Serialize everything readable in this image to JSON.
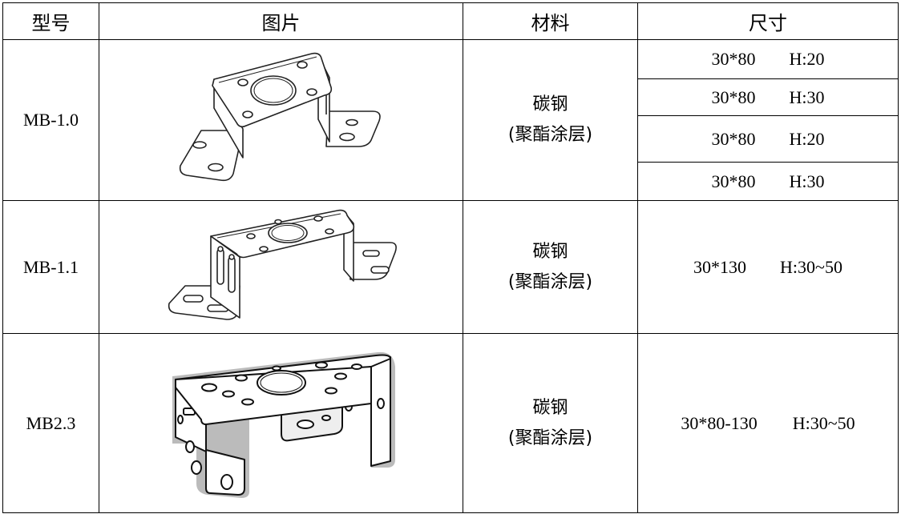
{
  "headers": {
    "model": "型号",
    "image": "图片",
    "material": "材料",
    "size": "尺寸"
  },
  "rows": [
    {
      "model": "MB-1.0",
      "material_line1": "碳钢",
      "material_line2": "(聚酯涂层)",
      "sizes": [
        {
          "dim": "30*80",
          "height": "H:20"
        },
        {
          "dim": "30*80",
          "height": "H:30"
        },
        {
          "dim": "30*80",
          "height": "H:20"
        },
        {
          "dim": "30*80",
          "height": "H:30"
        }
      ]
    },
    {
      "model": "MB-1.1",
      "material_line1": "碳钢",
      "material_line2": "(聚酯涂层)",
      "sizes": [
        {
          "dim": "30*130",
          "height": "H:30~50"
        }
      ]
    },
    {
      "model": "MB2.3",
      "material_line1": "碳钢",
      "material_line2": "(聚酯涂层)",
      "sizes": [
        {
          "dim": "30*80-130",
          "height": "H:30~50"
        }
      ]
    }
  ],
  "icons": {
    "row0": "u-bracket-drawing-icon",
    "row1": "slotted-u-bracket-drawing-icon",
    "row2": "wide-u-bracket-drawing-icon"
  }
}
